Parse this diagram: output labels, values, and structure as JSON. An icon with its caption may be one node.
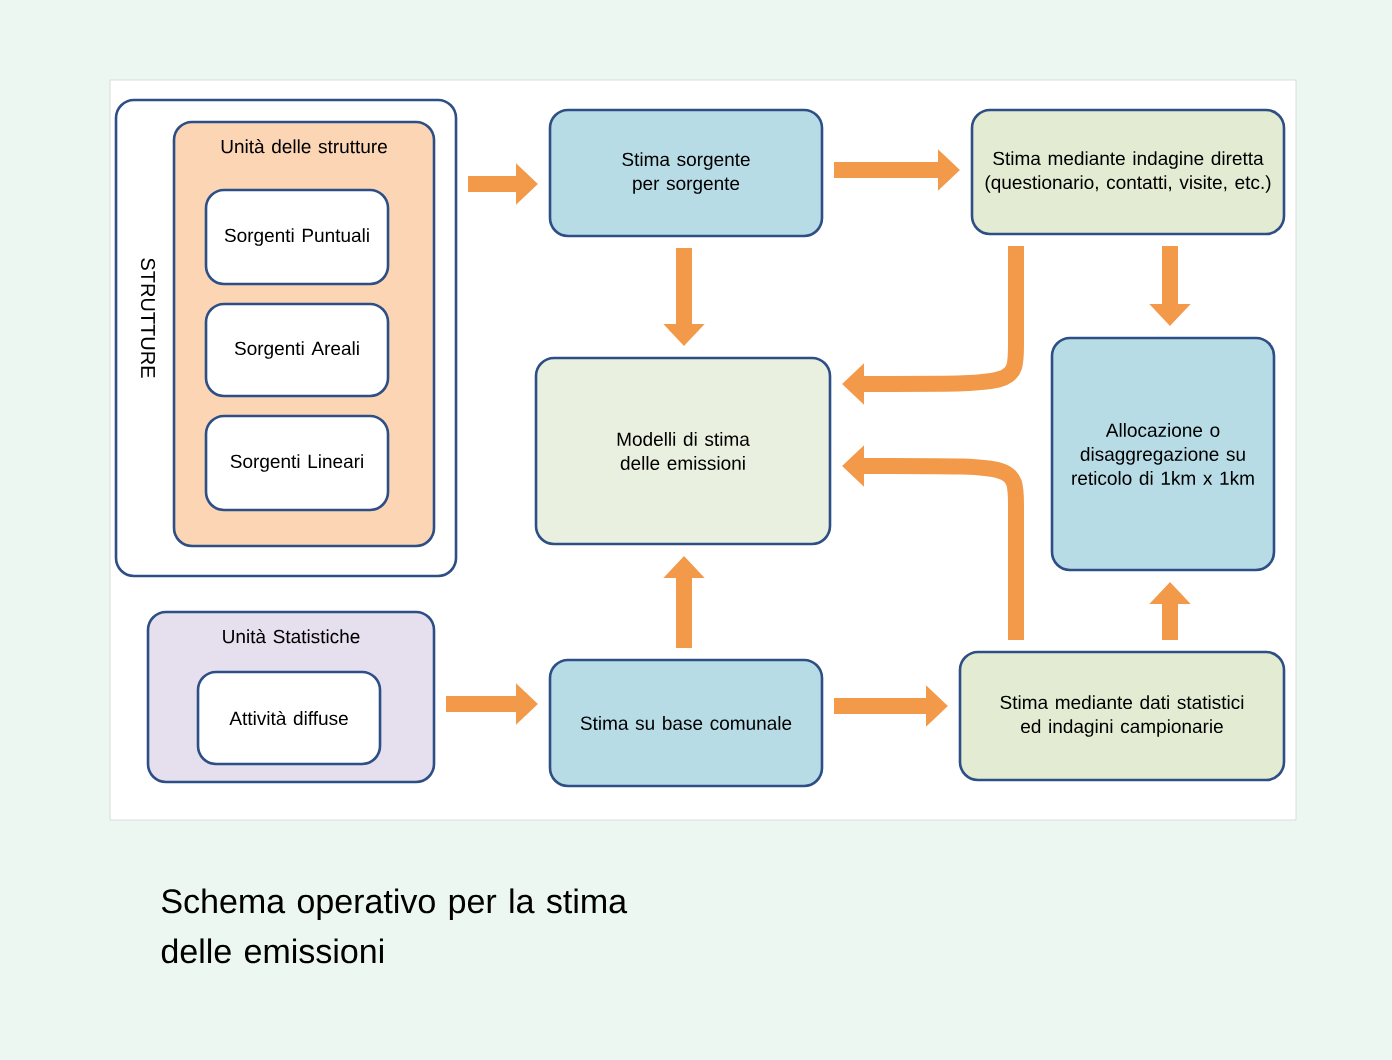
{
  "diagram": {
    "caption": "Schema operativo per la stima delle emissioni",
    "nodes": [
      {
        "text": [
          "STRUTTURE"
        ]
      },
      {
        "text": [
          "Unità delle strutture"
        ],
        "in": 0
      },
      {
        "text": [
          "Sorgenti Puntuali"
        ],
        "in": 1
      },
      {
        "text": [
          "Sorgenti Areali"
        ],
        "in": 1
      },
      {
        "text": [
          "Sorgenti Lineari"
        ],
        "in": 1
      },
      {
        "text": [
          "Unità Statistiche"
        ]
      },
      {
        "text": [
          "Attività diffuse"
        ],
        "in": 5
      },
      {
        "text": [
          "Stima sorgente per sorgente"
        ]
      },
      {
        "text": [
          "Stima mediante indagine diretta (questionario, contatti, visite, etc.)"
        ]
      },
      {
        "text": [
          "Modelli di stima delle emissioni"
        ]
      },
      {
        "text": [
          "Allocazione o disaggregazione su reticolo di 1km x 1km"
        ]
      },
      {
        "text": [
          "Stima su base comunale"
        ]
      },
      {
        "text": [
          "Stima mediante dati statistici ed indagini campionarie"
        ]
      }
    ],
    "edges": [
      {
        "from": 0,
        "to": 7,
        "arrow": "to"
      },
      {
        "from": 7,
        "to": 8,
        "arrow": "to"
      },
      {
        "from": 7,
        "to": 9,
        "arrow": "to"
      },
      {
        "from": 8,
        "to": 9,
        "arrow": "to"
      },
      {
        "from": 8,
        "to": 10,
        "arrow": "to"
      },
      {
        "from": 5,
        "to": 11,
        "arrow": "to"
      },
      {
        "from": 11,
        "to": 12,
        "arrow": "to"
      },
      {
        "from": 11,
        "to": 9,
        "arrow": "to"
      },
      {
        "from": 12,
        "to": 9,
        "arrow": "to"
      },
      {
        "from": 12,
        "to": 10,
        "arrow": "to"
      }
    ]
  }
}
